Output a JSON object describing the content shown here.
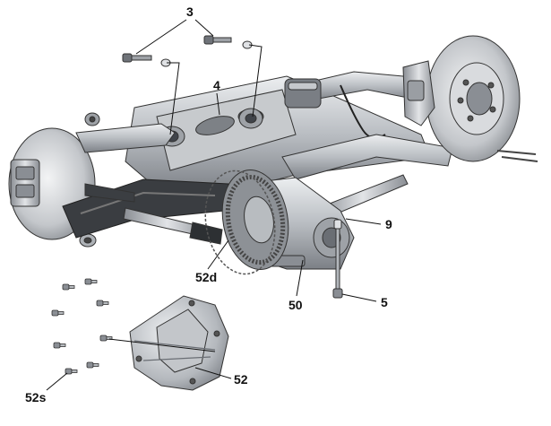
{
  "callouts": {
    "c3": "3",
    "c4": "4",
    "c9": "9",
    "c52d": "52d",
    "c50": "50",
    "c5": "5",
    "c52": "52",
    "c52s": "52s"
  },
  "colors": {
    "line": "#111111",
    "metal_light": "#d6d8db",
    "metal_mid": "#a9adb2",
    "metal_dark": "#5d6166",
    "rubber": "#2e3033",
    "background": "#ffffff"
  }
}
